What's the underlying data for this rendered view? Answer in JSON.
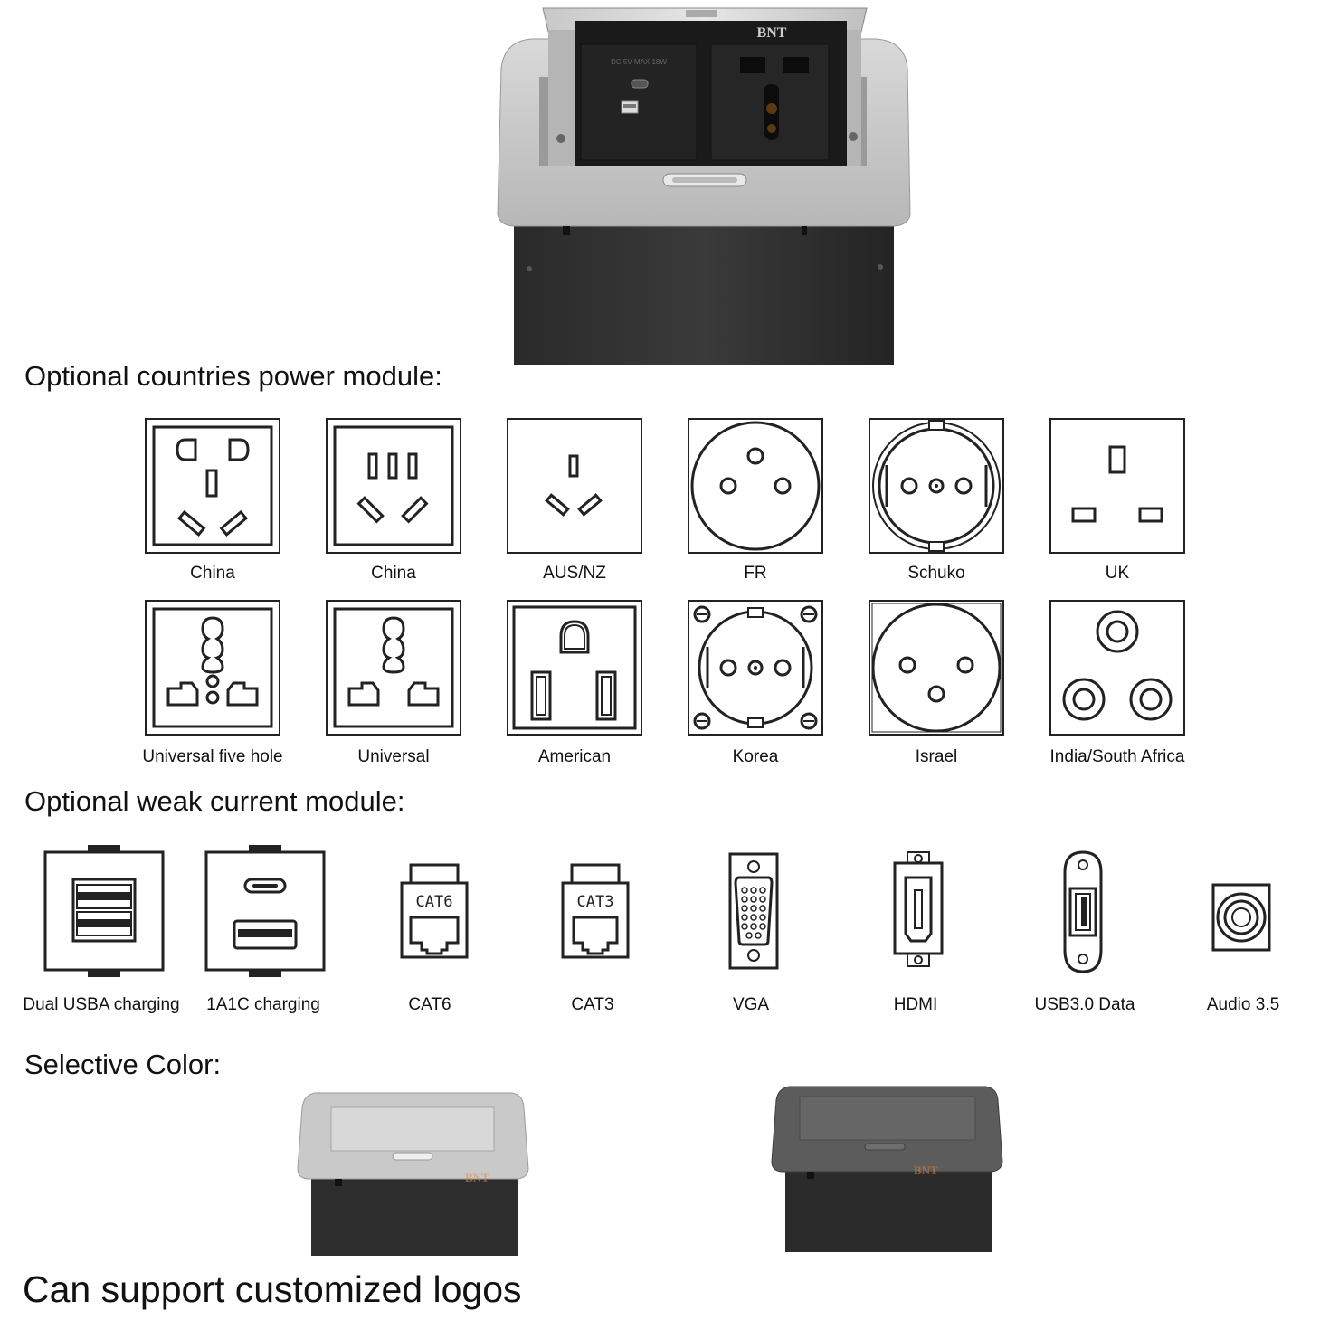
{
  "product": {
    "brand": "BNT",
    "usb_rating": "DC 5V MAX 18W"
  },
  "sections": {
    "power_title": "Optional countries power module:",
    "weak_title": "Optional weak current module:",
    "color_title": "Selective Color:",
    "logo_note": "Can support customized logos"
  },
  "power_modules": [
    {
      "label": "China",
      "icon": "china-five-hole-socket-icon"
    },
    {
      "label": "China",
      "icon": "china-three-slot-socket-icon"
    },
    {
      "label": "AUS/NZ",
      "icon": "aus-nz-socket-icon"
    },
    {
      "label": "FR",
      "icon": "fr-socket-icon"
    },
    {
      "label": "Schuko",
      "icon": "schuko-socket-icon"
    },
    {
      "label": "UK",
      "icon": "uk-socket-icon"
    },
    {
      "label": "Universal five hole",
      "icon": "universal-five-hole-socket-icon"
    },
    {
      "label": "Universal",
      "icon": "universal-socket-icon"
    },
    {
      "label": "American",
      "icon": "american-socket-icon"
    },
    {
      "label": "Korea",
      "icon": "korea-socket-icon"
    },
    {
      "label": "Israel",
      "icon": "israel-socket-icon"
    },
    {
      "label": "India/South Africa",
      "icon": "india-south-africa-socket-icon"
    }
  ],
  "weak_modules": [
    {
      "label": "Dual USBA charging",
      "icon": "dual-usba-icon"
    },
    {
      "label": "1A1C charging",
      "icon": "usb-a-c-icon"
    },
    {
      "label": "CAT6",
      "icon": "cat6-jack-icon",
      "jack_text": "CAT6"
    },
    {
      "label": "CAT3",
      "icon": "cat3-jack-icon",
      "jack_text": "CAT3"
    },
    {
      "label": "VGA",
      "icon": "vga-port-icon"
    },
    {
      "label": "HDMI",
      "icon": "hdmi-port-icon"
    },
    {
      "label": "USB3.0 Data",
      "icon": "usb3-data-icon"
    },
    {
      "label": "Audio 3.5",
      "icon": "audio-jack-icon"
    }
  ],
  "colors": [
    {
      "name": "silver",
      "hex": "#c9c9c9"
    },
    {
      "name": "dark-grey",
      "hex": "#5c5c5c"
    }
  ]
}
